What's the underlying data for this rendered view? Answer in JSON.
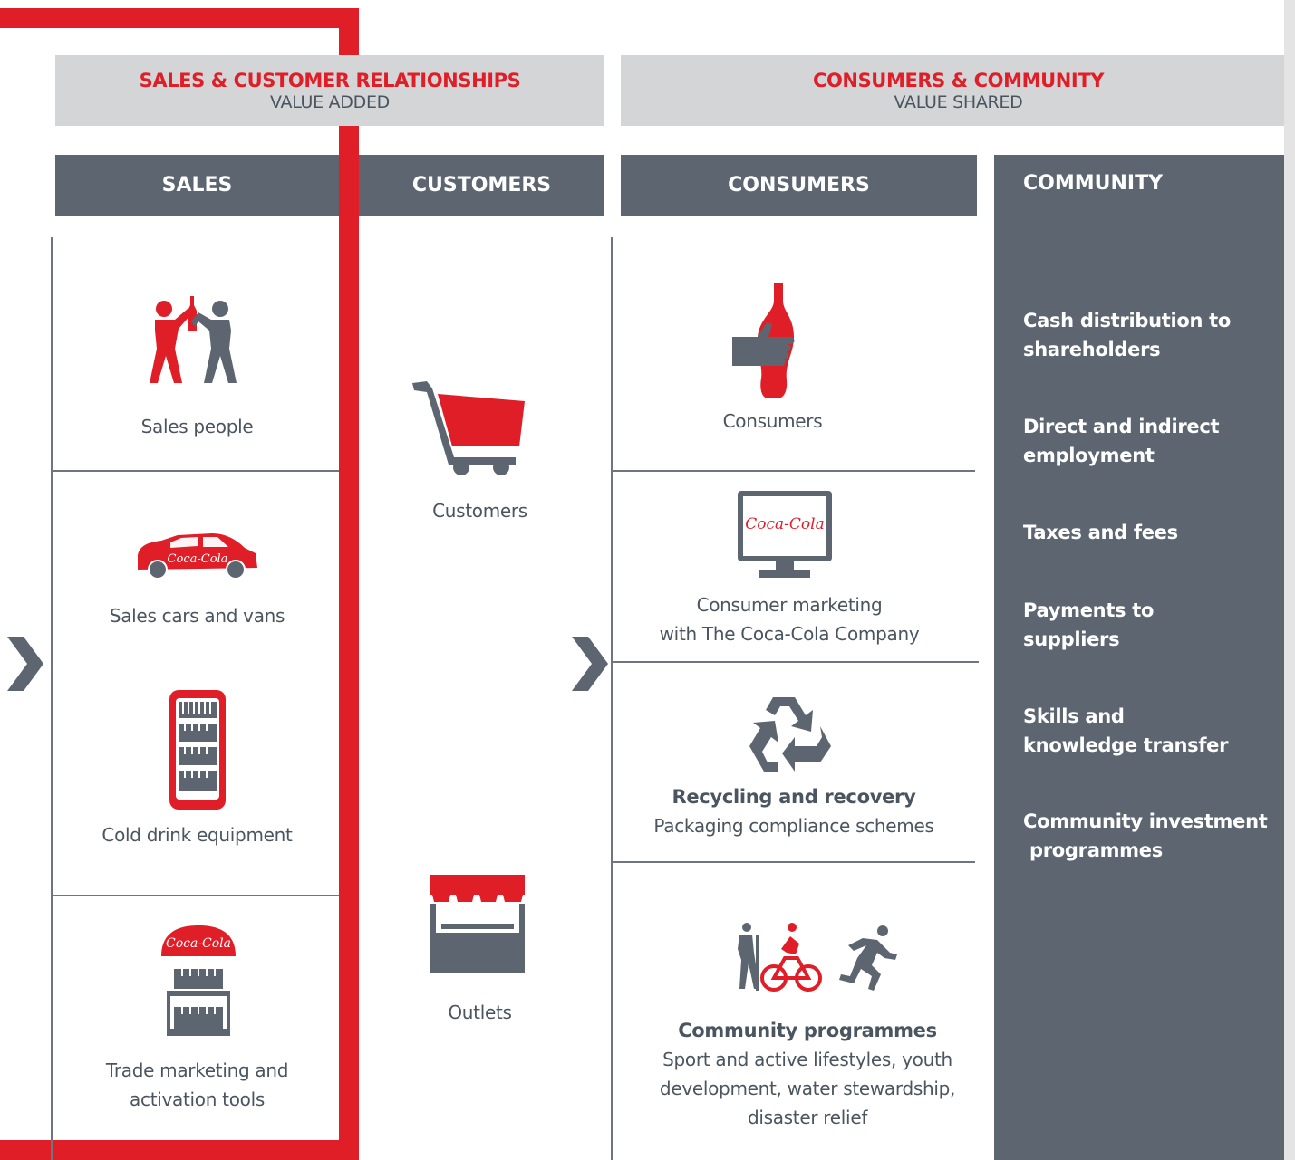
{
  "bands": {
    "left": {
      "title": "SALES & CUSTOMER RELATIONSHIPS",
      "subtitle": "VALUE ADDED"
    },
    "right": {
      "title": "CONSUMERS & COMMUNITY",
      "subtitle": "VALUE SHARED"
    }
  },
  "columns": {
    "sales": "SALES",
    "customers": "CUSTOMERS",
    "consumers": "CONSUMERS",
    "community": "COMMUNITY"
  },
  "sales_items": [
    {
      "label": "Sales people",
      "icon": "sales-people-icon"
    },
    {
      "label": "Sales cars and vans",
      "icon": "sales-car-icon"
    },
    {
      "label": "Cold drink equipment",
      "icon": "cold-drink-fridge-icon"
    },
    {
      "label_line1": "Trade marketing and",
      "label_line2": "activation tools",
      "icon": "trade-marketing-stand-icon"
    }
  ],
  "customers_items": [
    {
      "label": "Customers",
      "icon": "shopping-cart-icon"
    },
    {
      "label": "Outlets",
      "icon": "outlet-stall-icon"
    }
  ],
  "consumers_items": [
    {
      "label": "Consumers",
      "icon": "thumbs-up-bottle-icon"
    },
    {
      "line1": "Consumer marketing",
      "line2": "with The Coca-Cola Company",
      "icon": "monitor-icon"
    },
    {
      "title": "Recycling and recovery",
      "desc": "Packaging compliance schemes",
      "icon": "recycle-icon"
    },
    {
      "title": "Community programmes",
      "desc_line1": "Sport and active lifestyles, youth",
      "desc_line2": "development, water stewardship,",
      "desc_line3": "disaster relief",
      "icon": "hiking-cycling-running-icon"
    }
  ],
  "community_items": [
    {
      "line1": "Cash distribution to",
      "line2": "shareholders"
    },
    {
      "line1": "Direct and indirect",
      "line2": "employment"
    },
    {
      "line1": "Taxes and fees",
      "line2": ""
    },
    {
      "line1": "Payments to",
      "line2": "suppliers"
    },
    {
      "line1": "Skills and",
      "line2": "knowledge transfer"
    },
    {
      "line1": "Community investment",
      "line2": " programmes"
    }
  ],
  "logo_text": "Coca-Cola",
  "colors": {
    "accent": "#e01e28",
    "dark": "#5d6670",
    "band": "#d3d5d7"
  }
}
